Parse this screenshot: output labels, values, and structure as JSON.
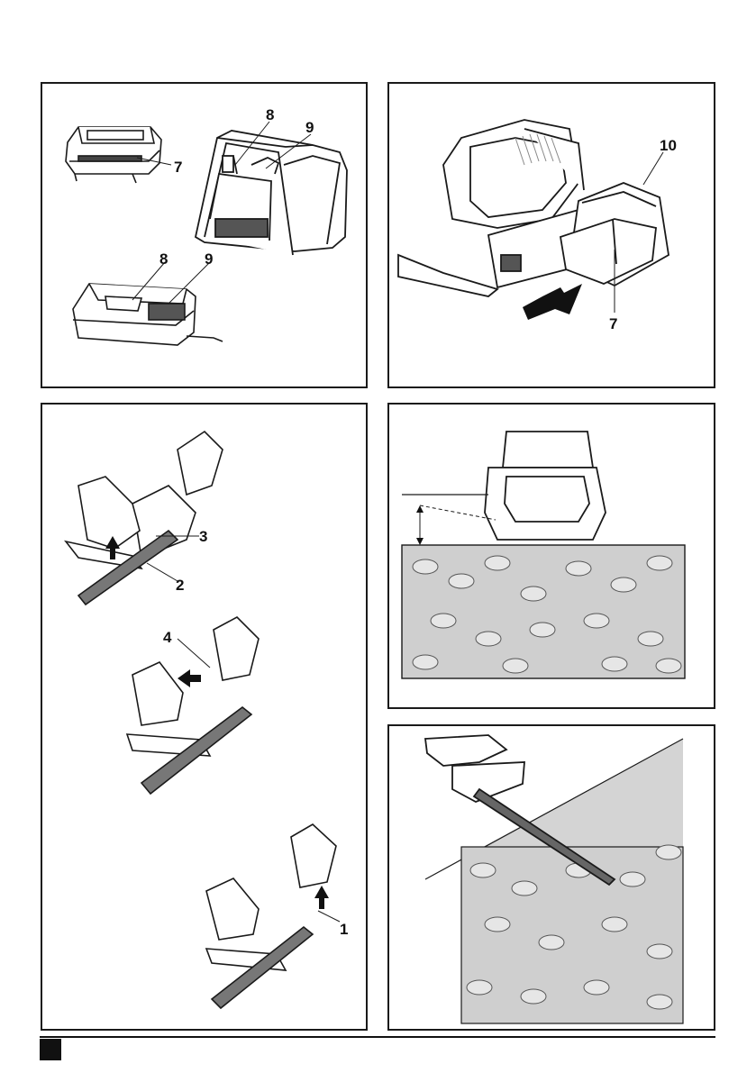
{
  "figures": [
    {
      "id": "battery-charger",
      "labels": [
        "8",
        "9",
        "7",
        "8",
        "9"
      ]
    },
    {
      "id": "battery-removal",
      "labels": [
        "10",
        "7"
      ]
    },
    {
      "id": "switch-operation",
      "labels": [
        "3",
        "2",
        "4",
        "1"
      ]
    },
    {
      "id": "hedge-top-cut",
      "labels": []
    },
    {
      "id": "hedge-side-cut",
      "labels": []
    }
  ],
  "colors": {
    "line": "#1a1a1a",
    "hedge_fill": "#cfcfcf",
    "shade": "#d4d4d4"
  }
}
